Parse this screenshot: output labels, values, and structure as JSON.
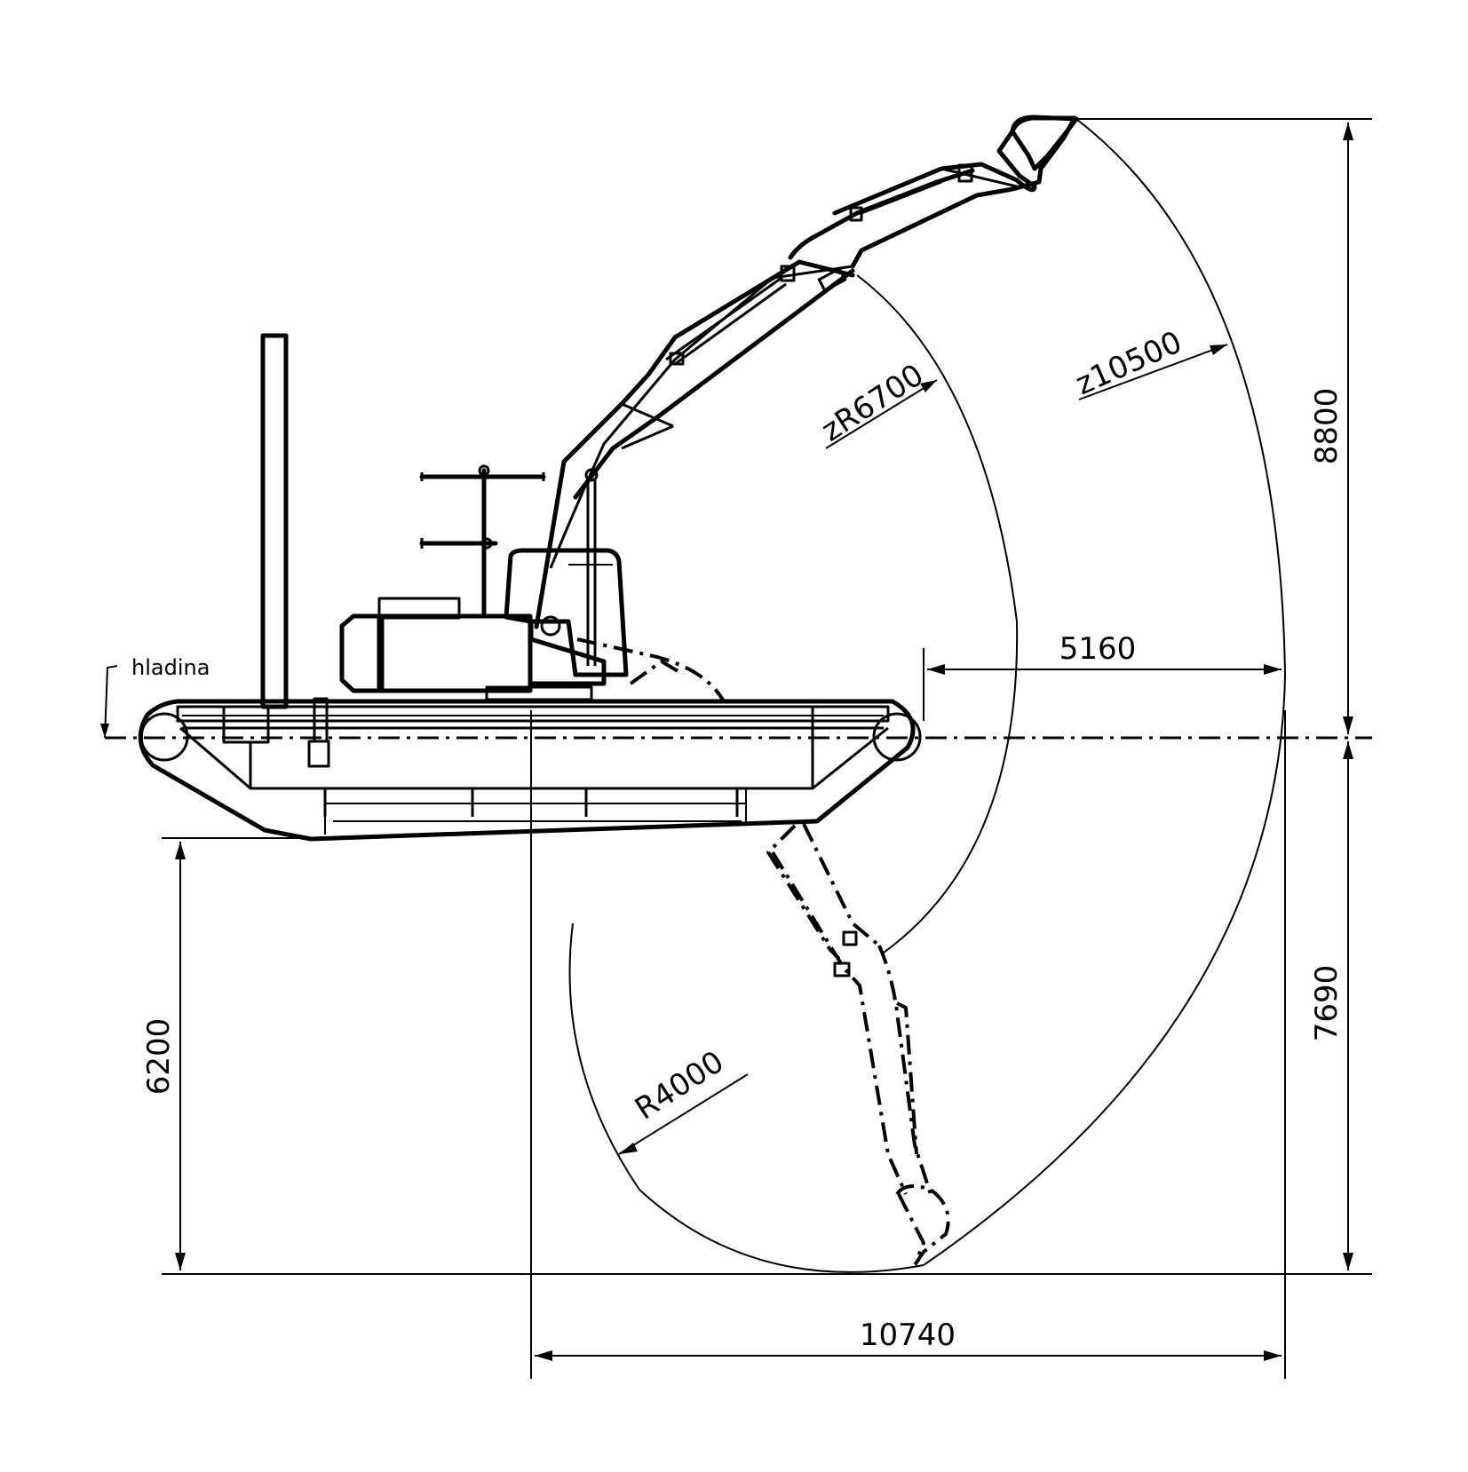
{
  "labels": {
    "water_level": "hladina",
    "dim_overall_height": "8800",
    "dim_reach_at_water": "5160",
    "dim_radius_outer": "z10500",
    "dim_radius_middle": "zR6700",
    "dim_radius_inner": "R4000",
    "dim_depth_left": "6200",
    "dim_depth_right": "7690",
    "dim_total_reach": "10740"
  },
  "colors": {
    "line": "#000000",
    "background": "#ffffff"
  }
}
